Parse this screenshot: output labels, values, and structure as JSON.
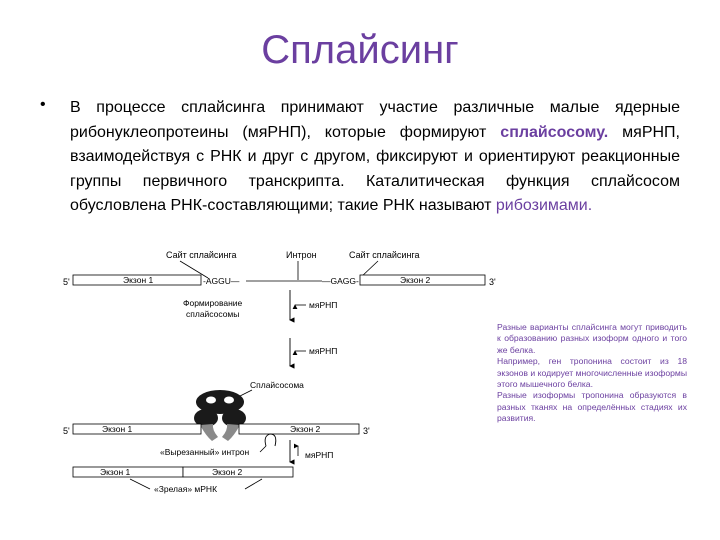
{
  "slide": {
    "title": "Сплайсинг",
    "bullet_symbol": "•",
    "bullet": {
      "part1": "В процессе сплайсинга принимают участие различные малые ядерные рибонуклеопротеины (мяРНП), которые формируют ",
      "highlight1": "сплайсосому.",
      "part2": " мяРНП, взаимодействуя с РНК и друг с другом, фиксируют и ориентируют реакционные группы первичного транскрипта. Каталитическая функция сплайсосом обусловлена РНК-составляющими; такие РНК называют ",
      "highlight2": "рибозимами."
    }
  },
  "diagram": {
    "site_left": "Сайт сплайсинга",
    "intron": "Интрон",
    "site_right": "Сайт сплайсинга",
    "five_prime": "5'",
    "three_prime": "3'",
    "exon1": "Экзон 1",
    "exon2": "Экзон 2",
    "seq_left": "-AGGU—",
    "seq_right": "—GAGG-",
    "formation_line1": "Формирование",
    "formation_line2": "сплайсосомы",
    "snrnp": "мяРНП",
    "spliceosome": "Сплайсосома",
    "excised_intron": "«Вырезанный» интрон",
    "mature_mrna": "«Зрелая» мРНК"
  },
  "note": {
    "lines": [
      "Разные варианты сплайсинга могут приводить к образованию разных изоформ одного и того же белка.",
      "Например, ген тропонина состоит из 18 экзонов и кодирует многочисленные изоформы этого мышечного белка.",
      "Разные изоформы тропонина образуются в разных тканях на определённых стадиях их развития."
    ]
  },
  "colors": {
    "accent": "#6b3fa0"
  }
}
